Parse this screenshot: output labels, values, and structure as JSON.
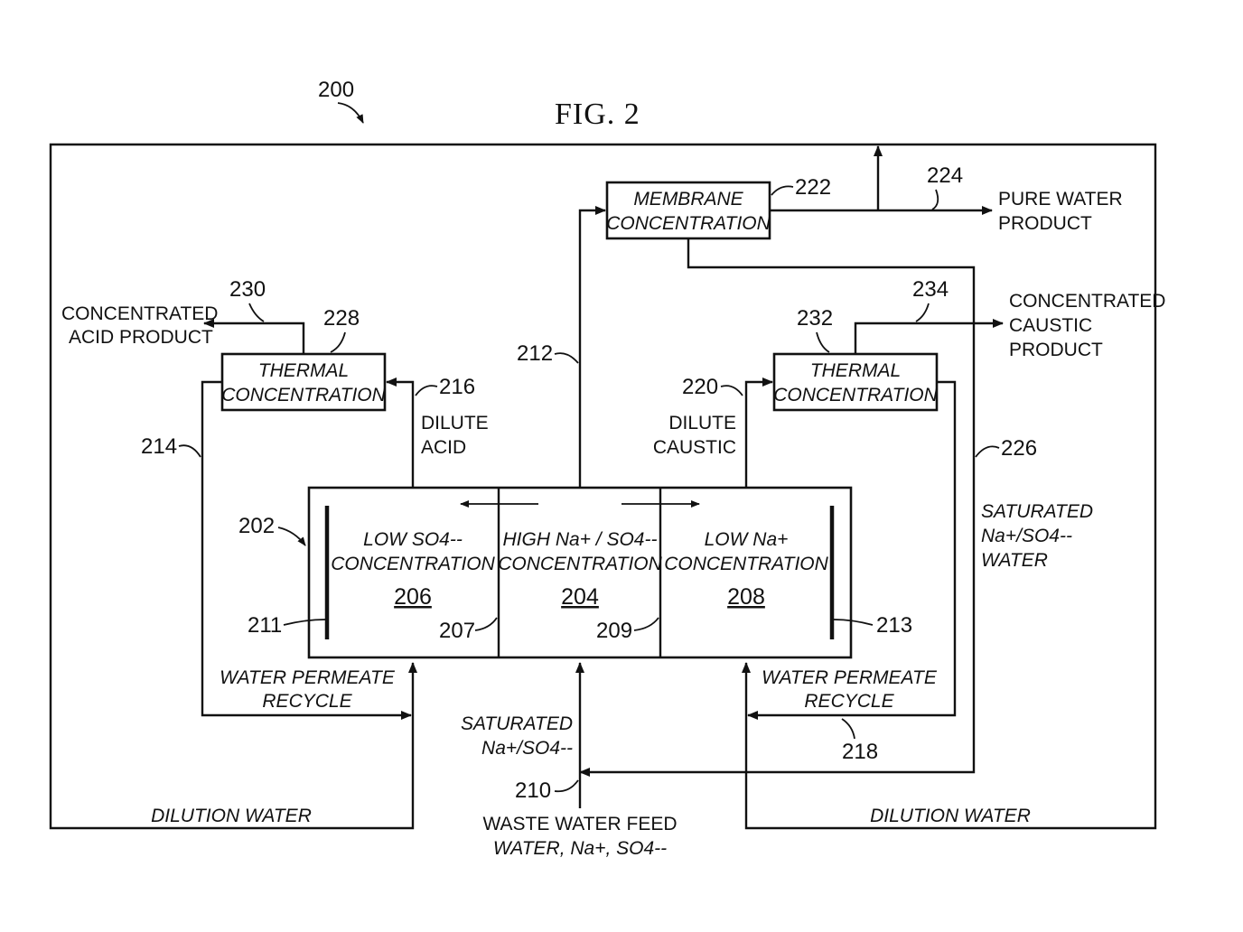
{
  "figure": {
    "title": "FIG. 2",
    "ref": "200"
  },
  "cell": {
    "ref": "202",
    "left": {
      "lines": [
        "LOW SO4--",
        "CONCENTRATION"
      ],
      "ref": "206"
    },
    "center": {
      "lines": [
        "HIGH Na+ / SO4--",
        "CONCENTRATION"
      ],
      "ref": "204"
    },
    "right": {
      "lines": [
        "LOW Na+",
        "CONCENTRATION"
      ],
      "ref": "208"
    },
    "left_electrode_ref": "211",
    "right_electrode_ref": "213",
    "left_membrane_ref": "207",
    "right_membrane_ref": "209"
  },
  "membrane_unit": {
    "lines": [
      "MEMBRANE",
      "CONCENTRATION"
    ],
    "ref": "222"
  },
  "thermal_left": {
    "lines": [
      "THERMAL",
      "CONCENTRATION"
    ],
    "ref": "228"
  },
  "thermal_right": {
    "lines": [
      "THERMAL",
      "CONCENTRATION"
    ],
    "ref": "232"
  },
  "streams": {
    "pure_water": {
      "lines": [
        "PURE WATER",
        "PRODUCT"
      ],
      "ref": "224"
    },
    "acid_product": {
      "lines": [
        "CONCENTRATED",
        "ACID PRODUCT"
      ],
      "ref": "230"
    },
    "caustic_product": {
      "lines": [
        "CONCENTRATED",
        "CAUSTIC",
        "PRODUCT"
      ],
      "ref": "234"
    },
    "dilute_acid": {
      "lines": [
        "DILUTE",
        "ACID"
      ],
      "ref": "216"
    },
    "dilute_caustic": {
      "lines": [
        "DILUTE",
        "CAUSTIC"
      ],
      "ref": "220"
    },
    "center_to_membrane_ref": "212",
    "left_recycle_ref": "214",
    "saturated_return": {
      "lines": [
        "SATURATED",
        "Na+/SO4--",
        "WATER"
      ],
      "ref": "226"
    },
    "permeate_left": {
      "lines": [
        "WATER PERMEATE",
        "RECYCLE"
      ]
    },
    "permeate_right": {
      "lines": [
        "WATER PERMEATE",
        "RECYCLE"
      ],
      "ref": "218"
    },
    "saturated_feed": {
      "lines": [
        "SATURATED",
        "Na+/SO4--"
      ]
    },
    "waste_feed": {
      "lines": [
        "WASTE WATER FEED",
        "WATER, Na+, SO4--"
      ],
      "ref": "210"
    },
    "dilution_left": "DILUTION WATER",
    "dilution_right": "DILUTION WATER"
  }
}
